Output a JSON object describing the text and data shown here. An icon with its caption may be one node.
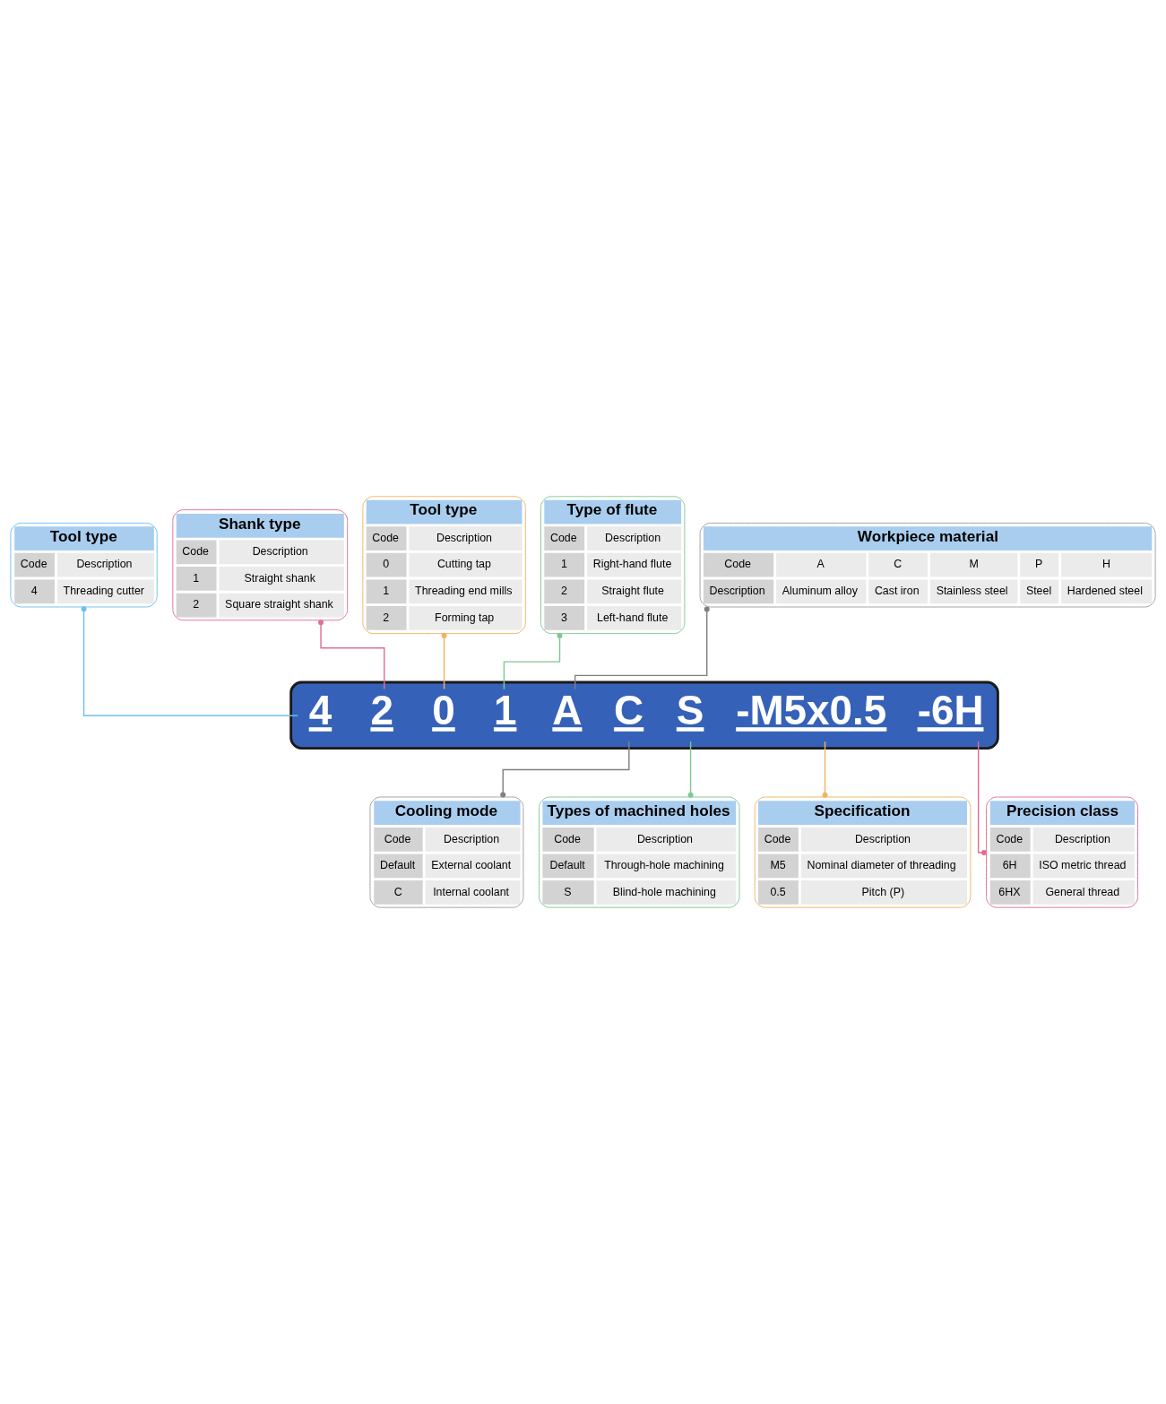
{
  "diagram": {
    "nodes": [
      {
        "text": [
          "Tool type",
          "Code",
          "Description",
          "4",
          "Threading cutter"
        ]
      },
      {
        "text": [
          "Shank type",
          "Code",
          "Description",
          "1",
          "Straight shank",
          "2",
          "Square straight shank"
        ]
      },
      {
        "text": [
          "Tool type",
          "Code",
          "Description",
          "0",
          "Cutting tap",
          "1",
          "Threading end mills",
          "2",
          "Forming tap"
        ]
      },
      {
        "text": [
          "Type of flute",
          "Code",
          "Description",
          "1",
          "Right-hand flute",
          "2",
          "Straight flute",
          "3",
          "Left-hand flute"
        ]
      },
      {
        "text": [
          "Workpiece material",
          "Code",
          "A",
          "C",
          "M",
          "P",
          "H",
          "Description",
          "Aluminum alloy",
          "Cast iron",
          "Stainless steel",
          "Steel",
          "Hardened steel"
        ]
      },
      {
        "text": [],
        "shape": "bar"
      },
      {
        "text": [
          "4"
        ],
        "in": 5
      },
      {
        "text": [
          "2"
        ],
        "in": 5
      },
      {
        "text": [
          "0"
        ],
        "in": 5
      },
      {
        "text": [
          "1"
        ],
        "in": 5
      },
      {
        "text": [
          "A"
        ],
        "in": 5
      },
      {
        "text": [
          "C"
        ],
        "in": 5
      },
      {
        "text": [
          "S"
        ],
        "in": 5
      },
      {
        "text": [
          "-M5x0.5"
        ],
        "in": 5
      },
      {
        "text": [
          "-6H"
        ],
        "in": 5
      },
      {
        "text": [
          "Cooling mode",
          "Code",
          "Description",
          "Default",
          "External coolant",
          "C",
          "Internal coolant"
        ]
      },
      {
        "text": [
          "Types of machined holes",
          "Code",
          "Description",
          "Default",
          "Through-hole machining",
          "S",
          "Blind-hole machining"
        ]
      },
      {
        "text": [
          "Precision class",
          "Code",
          "Description",
          "6H",
          "ISO metric thread",
          "6HX",
          "General thread"
        ]
      },
      {
        "text": [
          "Specification",
          "Code",
          "Description",
          "M5",
          "Nominal diameter of threading",
          "0.5",
          "Pitch (P)"
        ]
      }
    ],
    "edges": [
      {
        "from": 6,
        "to": 0,
        "arrow": "other",
        "color": "#6cc0ec"
      },
      {
        "from": 7,
        "to": 1,
        "arrow": "other",
        "color": "#e0708f"
      },
      {
        "from": 8,
        "to": 2,
        "arrow": "other",
        "color": "#f0b463"
      },
      {
        "from": 9,
        "to": 3,
        "arrow": "other",
        "color": "#7fc893"
      },
      {
        "from": 10,
        "to": 4,
        "arrow": "other",
        "color": "#808080"
      },
      {
        "from": 11,
        "to": 15,
        "arrow": "other",
        "color": "#808080"
      },
      {
        "from": 12,
        "to": 16,
        "arrow": "other",
        "color": "#7fc893"
      },
      {
        "from": 13,
        "to": 18,
        "arrow": "other",
        "color": "#f0b463"
      },
      {
        "from": 14,
        "to": 17,
        "arrow": "other",
        "color": "#e0708f"
      }
    ]
  }
}
